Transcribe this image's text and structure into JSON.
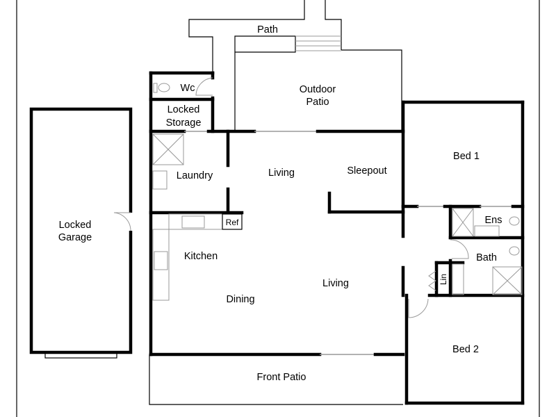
{
  "rooms": {
    "path": "Path",
    "wc": "Wc",
    "locked_storage": [
      "Locked",
      "Storage"
    ],
    "outdoor_patio": [
      "Outdoor",
      "Patio"
    ],
    "laundry": "Laundry",
    "living_top": "Living",
    "sleepout": "Sleepout",
    "bed1": "Bed 1",
    "locked_garage": [
      "Locked",
      "Garage"
    ],
    "ref": "Ref",
    "ens": "Ens",
    "kitchen": "Kitchen",
    "bath": "Bath",
    "lin": "Lin",
    "living_main": "Living",
    "dining": "Dining",
    "bed2": "Bed 2",
    "front_patio": "Front Patio"
  }
}
